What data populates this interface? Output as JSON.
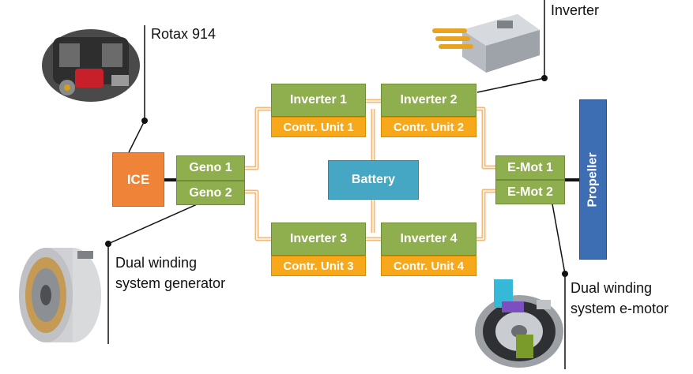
{
  "components": {
    "ice": "ICE",
    "geno1": "Geno 1",
    "geno2": "Geno 2",
    "inverter1": "Inverter 1",
    "inverter2": "Inverter 2",
    "inverter3": "Inverter 3",
    "inverter4": "Inverter 4",
    "contr1": "Contr. Unit 1",
    "contr2": "Contr. Unit 2",
    "contr3": "Contr. Unit 3",
    "contr4": "Contr. Unit 4",
    "battery": "Battery",
    "emot1": "E-Mot 1",
    "emot2": "E-Mot 2",
    "propeller": "Propeller"
  },
  "callouts": {
    "rotax": "Rotax 914",
    "inverter": "Inverter",
    "generator_line1": "Dual winding",
    "generator_line2": "system generator",
    "emotor_line1": "Dual winding",
    "emotor_line2": "system e-motor"
  },
  "colors": {
    "green_block": "#8faf4e",
    "control_unit": "#f7a81b",
    "ice": "#ef8338",
    "battery": "#46a7c4",
    "propeller": "#3d6db3",
    "wire": "#f5b875"
  },
  "icons": [
    "engine-photo",
    "inverter-photo",
    "generator-photo",
    "emotor-photo"
  ]
}
